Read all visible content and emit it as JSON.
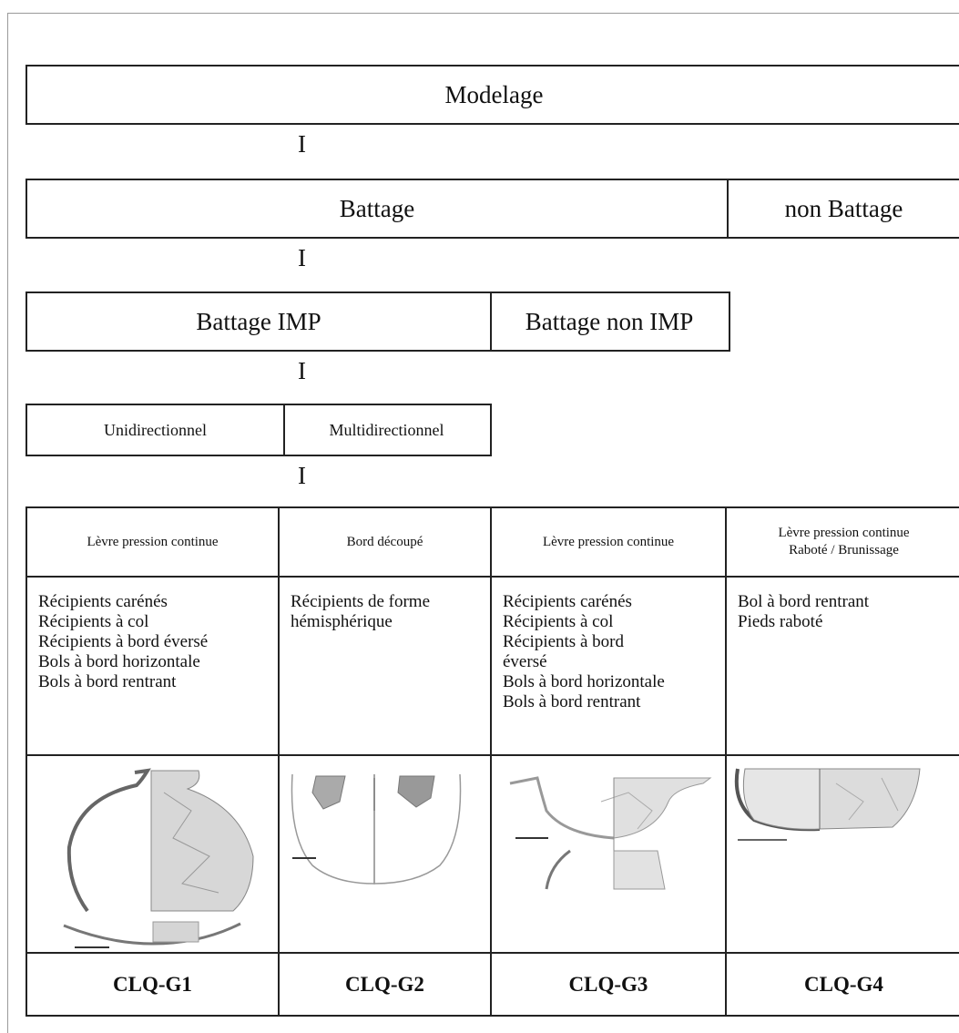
{
  "diagram": {
    "level1": {
      "label": "Modelage"
    },
    "connector": "I",
    "level2": {
      "left": "Battage",
      "right": "non Battage"
    },
    "level3": {
      "left": "Battage IMP",
      "right": "Battage non IMP"
    },
    "level4": {
      "left": "Unidirectionnel",
      "right": "Multidirectionnel"
    }
  },
  "table": {
    "columns": [
      {
        "header": [
          "Lèvre pression continue"
        ],
        "items": [
          "Récipients carénés",
          "Récipients à col",
          "Récipients à bord éversé",
          "Bols à bord horizontale",
          "Bols à bord rentrant"
        ],
        "image_icon": "vessel-drawing-icon",
        "code": "CLQ-G1"
      },
      {
        "header": [
          "Bord découpé"
        ],
        "items": [
          "Récipients de forme",
          "hémisphérique"
        ],
        "image_icon": "vessel-drawing-icon",
        "code": "CLQ-G2"
      },
      {
        "header": [
          "Lèvre pression continue"
        ],
        "items": [
          "Récipients carénés",
          "Récipients à col",
          "Récipients à bord",
          "éversé",
          "Bols à bord horizontale",
          "Bols à bord rentrant"
        ],
        "image_icon": "vessel-drawing-icon",
        "code": "CLQ-G3"
      },
      {
        "header": [
          "Lèvre pression continue",
          "Raboté / Brunissage"
        ],
        "items": [
          "Bol à bord rentrant",
          "Pieds raboté"
        ],
        "image_icon": "vessel-drawing-icon",
        "code": "CLQ-G4"
      }
    ]
  }
}
